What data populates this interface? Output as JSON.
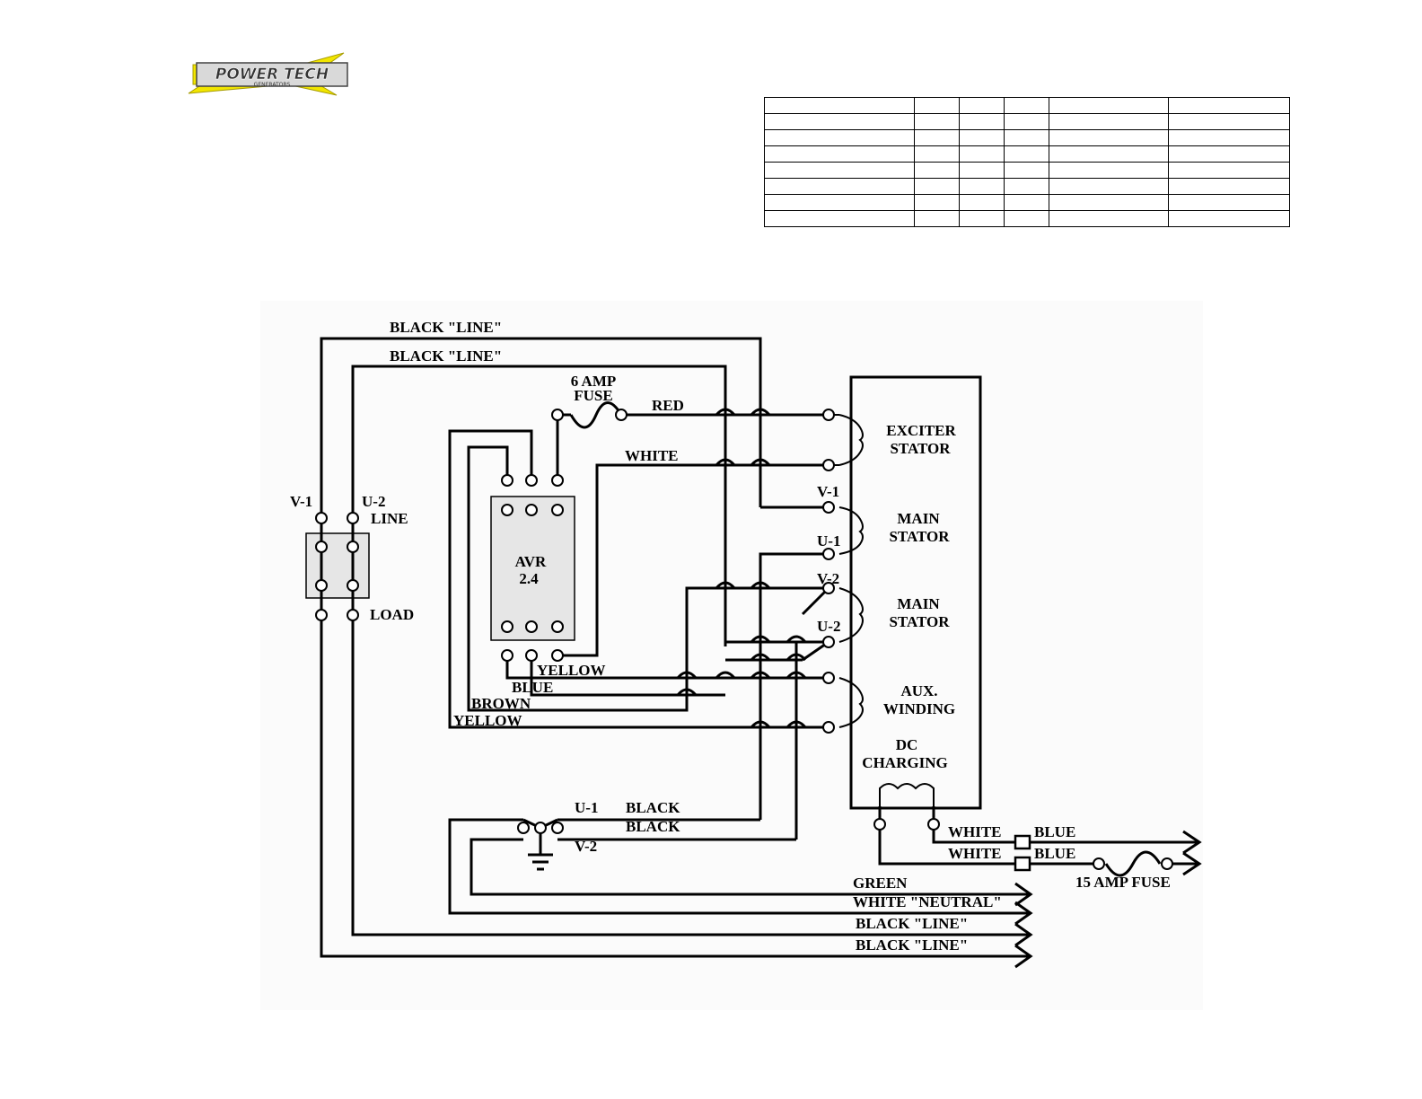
{
  "logo": {
    "text_line1": "POWER TECH",
    "text_line2": "GENERATORS",
    "colors": {
      "swoosh": "#f2e600",
      "text": "#333333"
    }
  },
  "header_table": {
    "rows": 8,
    "columns": 6
  },
  "diagram": {
    "top_lines": {
      "black_line_1": "BLACK \"LINE\"",
      "black_line_2": "BLACK \"LINE\""
    },
    "fuse_6amp": {
      "line1": "6 AMP",
      "line2": "FUSE"
    },
    "wires": {
      "red": "RED",
      "white": "WHITE"
    },
    "breaker": {
      "v1": "V-1",
      "u2": "U-2",
      "line": "LINE",
      "load": "LOAD"
    },
    "avr": {
      "line1": "AVR",
      "line2": "2.4"
    },
    "avr_wires": {
      "yellow_1": "YELLOW",
      "blue": "BLUE",
      "brown": "BROWN",
      "yellow_2": "YELLOW"
    },
    "stator_terminals": {
      "v1": "V-1",
      "u1": "U-1",
      "v2": "V-2",
      "u2": "U-2"
    },
    "windings": {
      "exciter": {
        "line1": "EXCITER",
        "line2": "STATOR"
      },
      "main1": {
        "line1": "MAIN",
        "line2": "STATOR"
      },
      "main2": {
        "line1": "MAIN",
        "line2": "STATOR"
      },
      "aux": {
        "line1": "AUX.",
        "line2": "WINDING"
      },
      "dc": {
        "line1": "DC",
        "line2": "CHARGING"
      }
    },
    "junction": {
      "u1": "U-1",
      "v2": "V-2",
      "black_1": "BLACK",
      "black_2": "BLACK"
    },
    "dc_outputs": {
      "white_1": "WHITE",
      "blue_1": "BLUE",
      "white_2": "WHITE",
      "blue_2": "BLUE",
      "fuse_15amp": "15 AMP FUSE"
    },
    "outputs": {
      "green": "GREEN",
      "white_neutral": "WHITE \"NEUTRAL\"",
      "black_line_1": "BLACK \"LINE\"",
      "black_line_2": "BLACK \"LINE\""
    }
  }
}
